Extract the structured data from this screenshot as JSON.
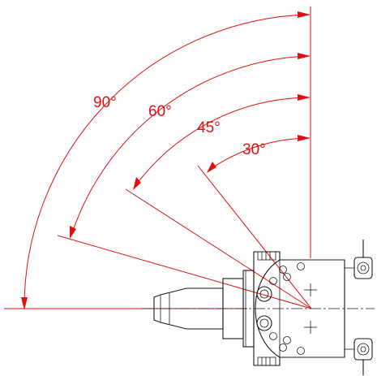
{
  "angles": [
    "90°",
    "60°",
    "45°",
    "30°"
  ],
  "colors": {
    "annotation": "#e01010",
    "drawing": "#1a1a1a",
    "background": "#ffffff"
  }
}
